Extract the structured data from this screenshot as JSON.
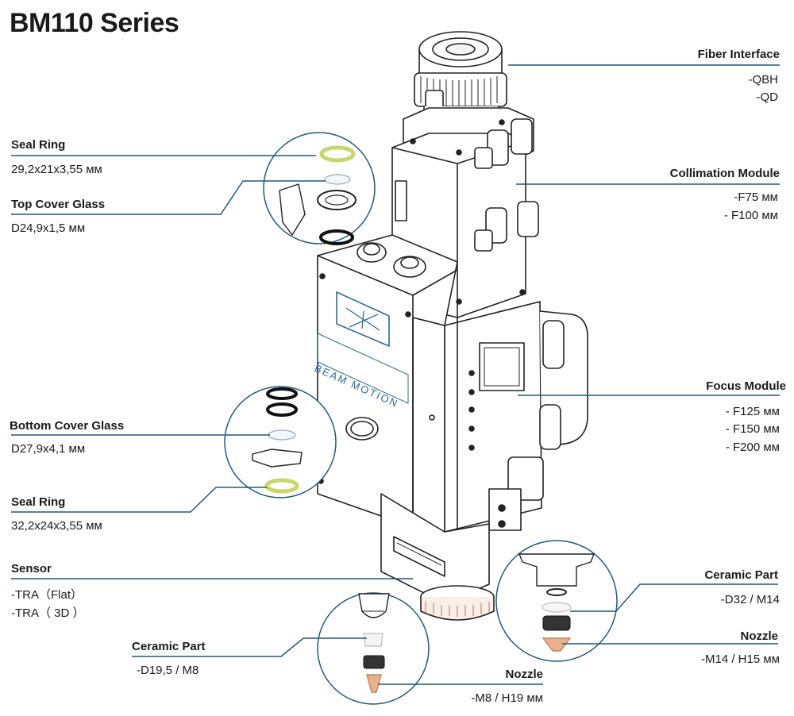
{
  "title": "BM110 Series",
  "brand": "BEAM MOTION",
  "colors": {
    "leader": "#1f5a7a",
    "body_stroke": "#222222",
    "brand_blue": "#2c6d97",
    "seal_green": "#c8d76a",
    "nozzle_copper": "#c4845c"
  },
  "labels": {
    "fiber_interface": {
      "title": "Fiber Interface",
      "v1": "-QBH",
      "v2": "-QD"
    },
    "collimation": {
      "title": "Collimation Module",
      "v1": "-F75 мм",
      "v2": "- F100 мм"
    },
    "focus": {
      "title": "Focus Module",
      "v1": "- F125 мм",
      "v2": "- F150 мм",
      "v3": "- F200 мм"
    },
    "seal_ring_top": {
      "title": "Seal Ring",
      "v1": "29,2x21x3,55 мм"
    },
    "top_cover_glass": {
      "title": "Top Cover Glass",
      "v1": "D24,9x1,5 мм"
    },
    "bottom_cover_glass": {
      "title": "Bottom Cover Glass",
      "v1": "D27,9x4,1 мм"
    },
    "seal_ring_bottom": {
      "title": "Seal Ring",
      "v1": "32,2x24x3,55 мм"
    },
    "sensor": {
      "title": "Sensor",
      "v1": "-TRA（Flat）",
      "v2": "-TRA（ 3D ）"
    },
    "ceramic_left": {
      "title": "Ceramic Part",
      "v1": "-D19,5 / M8"
    },
    "nozzle_left": {
      "title": "Nozzle",
      "v1": "-M8 / H19 мм"
    },
    "ceramic_right": {
      "title": "Ceramic Part",
      "v1": "-D32 / M14"
    },
    "nozzle_right": {
      "title": "Nozzle",
      "v1": "-M14 / H15 мм"
    }
  }
}
